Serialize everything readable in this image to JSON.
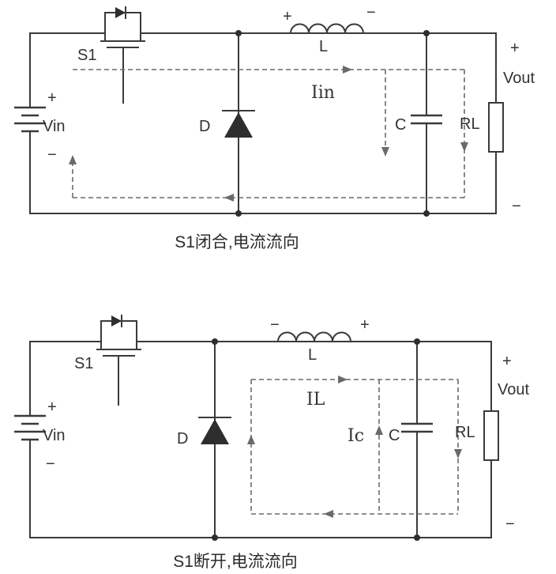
{
  "circuit1": {
    "caption": "S1闭合,电流流向",
    "labels": {
      "s1": "S1",
      "vin": "Vin",
      "vin_plus": "+",
      "vin_minus": "−",
      "d": "D",
      "l": "L",
      "l_plus": "+",
      "l_minus": "−",
      "c": "C",
      "rl": "RL",
      "vout": "Vout",
      "vout_plus": "+",
      "vout_minus": "−",
      "iin": "Iin"
    }
  },
  "circuit2": {
    "caption": "S1断开,电流流向",
    "labels": {
      "s1": "S1",
      "vin": "Vin",
      "vin_plus": "+",
      "vin_minus": "−",
      "d": "D",
      "l": "L",
      "l_plus": "+",
      "l_minus": "−",
      "c": "C",
      "rl": "RL",
      "vout": "Vout",
      "vout_plus": "+",
      "vout_minus": "−",
      "il": "IL",
      "ic": "Ic"
    }
  }
}
